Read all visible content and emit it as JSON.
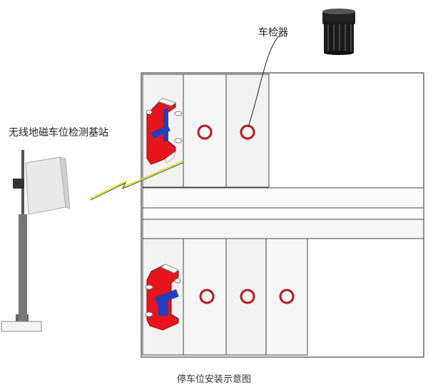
{
  "labels": {
    "detector": "车检器",
    "base_station": "无线地磁车位检测基站",
    "caption": "停车位安装示意图"
  },
  "colors": {
    "car_body": "#e8141c",
    "car_stripe": "#1f3fbf",
    "sensor_ring": "#c0151a",
    "lane_fill": "#f2f2f2",
    "outline": "#444444",
    "signal": "#e6e600"
  },
  "parking": {
    "top_row_spaces": 3,
    "bottom_row_spaces": 4,
    "top_row_sensors": 2,
    "bottom_row_sensors": 3
  }
}
